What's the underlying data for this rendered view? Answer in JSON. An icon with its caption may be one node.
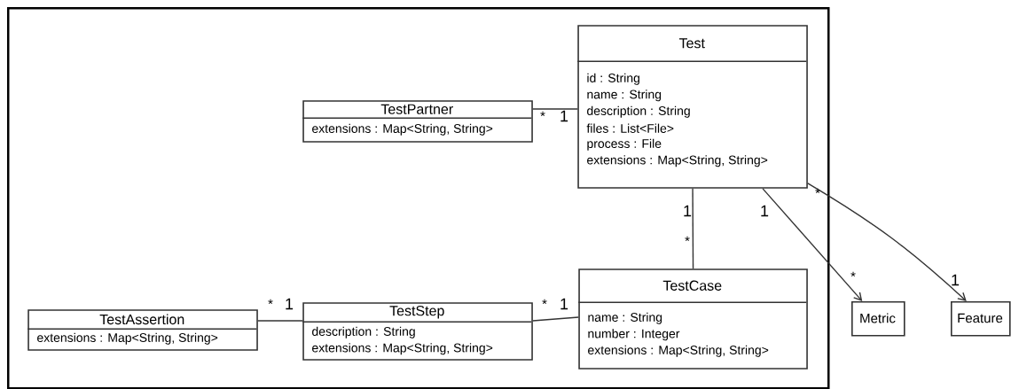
{
  "diagram": {
    "nodes": [
      {
        "text": [],
        "shape": "box"
      },
      {
        "text": [
          "Test",
          "id : String",
          "name : String",
          "description : String",
          "files : List<File>",
          "process : File",
          "extensions : Map<String, String>"
        ],
        "in": 0
      },
      {
        "text": [
          "TestPartner",
          "extensions : Map<String, String>"
        ],
        "in": 0
      },
      {
        "text": [
          "TestAssertion",
          "extensions : Map<String, String>"
        ],
        "in": 0
      },
      {
        "text": [
          "TestStep",
          "description : String",
          "extensions : Map<String, String>"
        ],
        "in": 0
      },
      {
        "text": [
          "TestCase",
          "name : String",
          "number : Integer",
          "extensions : Map<String, String>"
        ],
        "in": 0
      },
      {
        "text": [
          "Metric"
        ]
      },
      {
        "text": [
          "Feature"
        ]
      }
    ],
    "edges": [
      {
        "from": 2,
        "to": 1,
        "arrow": "none"
      },
      {
        "from": 1,
        "to": 5,
        "arrow": "none"
      },
      {
        "from": 3,
        "to": 4,
        "arrow": "none"
      },
      {
        "from": 4,
        "to": 5,
        "arrow": "none"
      },
      {
        "from": 1,
        "to": 6,
        "arrow": "to"
      },
      {
        "from": 1,
        "to": 7,
        "arrow": "to"
      }
    ],
    "labels": [
      "*",
      "1",
      "*",
      "1",
      "1",
      "*",
      "1",
      "*",
      "*",
      "1",
      "*",
      "1"
    ]
  }
}
